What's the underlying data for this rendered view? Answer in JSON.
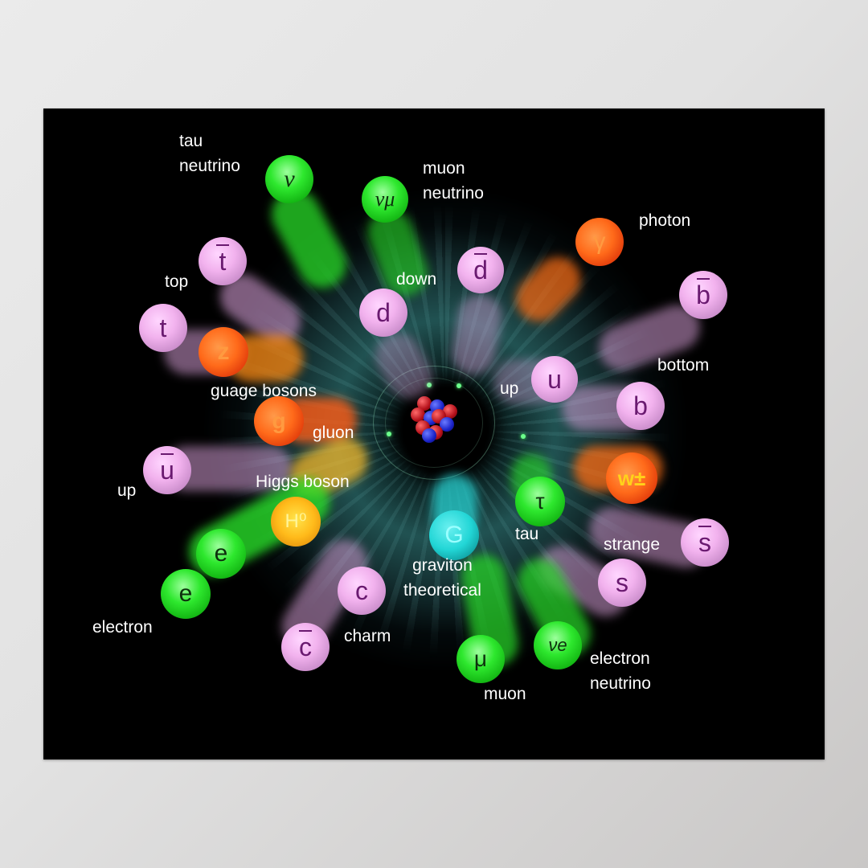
{
  "poster": {
    "background": "#000000",
    "frame_color": "#e4e4e4"
  },
  "colors": {
    "quark": "#f2b2ee",
    "lepton": "#2ee82e",
    "gauge_boson": "#ff6a1a",
    "higgs": "#ffba1a",
    "graviton": "#22d6d6",
    "label": "#ffffff"
  },
  "labels": {
    "tau_neutrino_1": "tau",
    "tau_neutrino_2": "neutrino",
    "muon_neutrino_1": "muon",
    "muon_neutrino_2": "neutrino",
    "photon": "photon",
    "top": "top",
    "down": "down",
    "bottom": "bottom",
    "up_right": "up",
    "guage_bosons": "guage bosons",
    "gluon": "gluon",
    "up_left": "up",
    "higgs": "Higgs boson",
    "tau": "tau",
    "strange": "strange",
    "graviton_1": "graviton",
    "graviton_2": "theoretical",
    "electron": "electron",
    "charm": "charm",
    "electron_neutrino_1": "electron",
    "electron_neutrino_2": "neutrino",
    "muon": "muon"
  },
  "particles": {
    "tau_neutrino": {
      "symbol": "ν",
      "type": "lepton"
    },
    "muon_neutrino": {
      "symbol": "νμ",
      "type": "lepton"
    },
    "photon": {
      "symbol": "γ",
      "type": "gauge_boson"
    },
    "anti_top": {
      "symbol": "t",
      "bar": true,
      "type": "quark"
    },
    "anti_down": {
      "symbol": "d",
      "bar": true,
      "type": "quark"
    },
    "down": {
      "symbol": "d",
      "type": "quark"
    },
    "anti_bottom": {
      "symbol": "b",
      "bar": true,
      "type": "quark"
    },
    "top": {
      "symbol": "t",
      "type": "quark"
    },
    "z_boson": {
      "symbol": "z",
      "type": "gauge_boson"
    },
    "up": {
      "symbol": "u",
      "type": "quark"
    },
    "bottom": {
      "symbol": "b",
      "type": "quark"
    },
    "gluon": {
      "symbol": "g",
      "type": "gauge_boson"
    },
    "anti_up": {
      "symbol": "u",
      "bar": true,
      "type": "quark"
    },
    "w_boson": {
      "symbol": "w±",
      "type": "gauge_boson"
    },
    "higgs": {
      "symbol": "H⁰",
      "type": "higgs"
    },
    "tau": {
      "symbol": "τ",
      "type": "lepton"
    },
    "graviton": {
      "symbol": "G",
      "type": "graviton"
    },
    "anti_strange": {
      "symbol": "s",
      "bar": true,
      "type": "quark"
    },
    "electron_a": {
      "symbol": "e",
      "type": "lepton"
    },
    "electron_b": {
      "symbol": "e",
      "type": "lepton"
    },
    "strange": {
      "symbol": "s",
      "type": "quark"
    },
    "charm": {
      "symbol": "c",
      "type": "quark"
    },
    "anti_charm": {
      "symbol": "c",
      "bar": true,
      "type": "quark"
    },
    "muon": {
      "symbol": "μ",
      "type": "lepton"
    },
    "electron_neutrino": {
      "symbol": "νe",
      "type": "lepton"
    }
  }
}
